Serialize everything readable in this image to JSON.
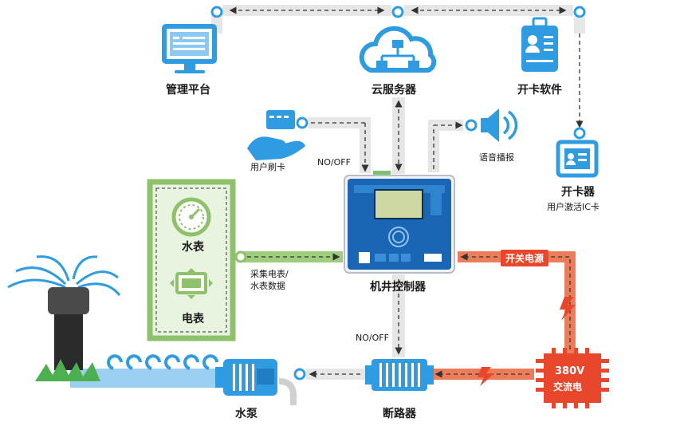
{
  "labels": {
    "management": "管理平台",
    "cloud": "云服务器",
    "card_software": "开卡软件",
    "user_swipe": "用户刷卡",
    "no_off_top": "NO/OFF",
    "voice": "语音播报",
    "card_machine": "开卡器",
    "card_machine_sub": "用户激活IC卡",
    "water_meter": "水表",
    "electric_meter": "电表",
    "collect_line1": "采集电表/",
    "collect_line2": "水表数据",
    "controller": "机井控制器",
    "power_switch": "开关电源",
    "no_off_bottom": "NO/OFF",
    "pump": "水泵",
    "breaker": "断路器",
    "ac_380_line1": "380V",
    "ac_380_line2": "交流电"
  },
  "colors": {
    "blue": "#2f9be0",
    "green": "#8dc26b",
    "orange": "#ec7d5a",
    "red": "#e8472b",
    "dash_gray": "#333333",
    "band_gray": "#e6e6e6"
  },
  "icons": [
    "monitor-icon",
    "cloud-network-icon",
    "id-card-icon",
    "hand-card-icon",
    "speaker-icon",
    "card-reader-icon",
    "water-meter-icon",
    "electric-meter-icon",
    "controller-device",
    "sprinkler-icon",
    "pump-icon",
    "breaker-icon",
    "power-chip-icon",
    "lightning-icon"
  ]
}
